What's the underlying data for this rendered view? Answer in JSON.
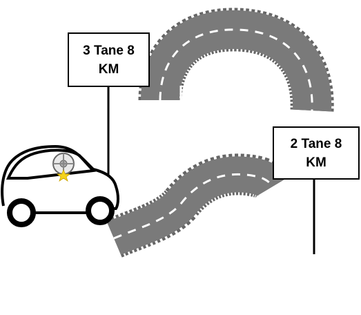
{
  "signs": {
    "left": {
      "line1": "3 Tane 8",
      "line2": "KM"
    },
    "right": {
      "line1": "2 Tane 8",
      "line2": "KM"
    }
  },
  "colors": {
    "road": "#7a7a7a",
    "road_edge": "#555555",
    "lane_marking": "#ffffff",
    "outline": "#000000",
    "star": "#f5d31a"
  },
  "icons": [
    "car-icon",
    "steering-wheel-icon",
    "star-icon",
    "curved-road",
    "s-curve-road"
  ]
}
